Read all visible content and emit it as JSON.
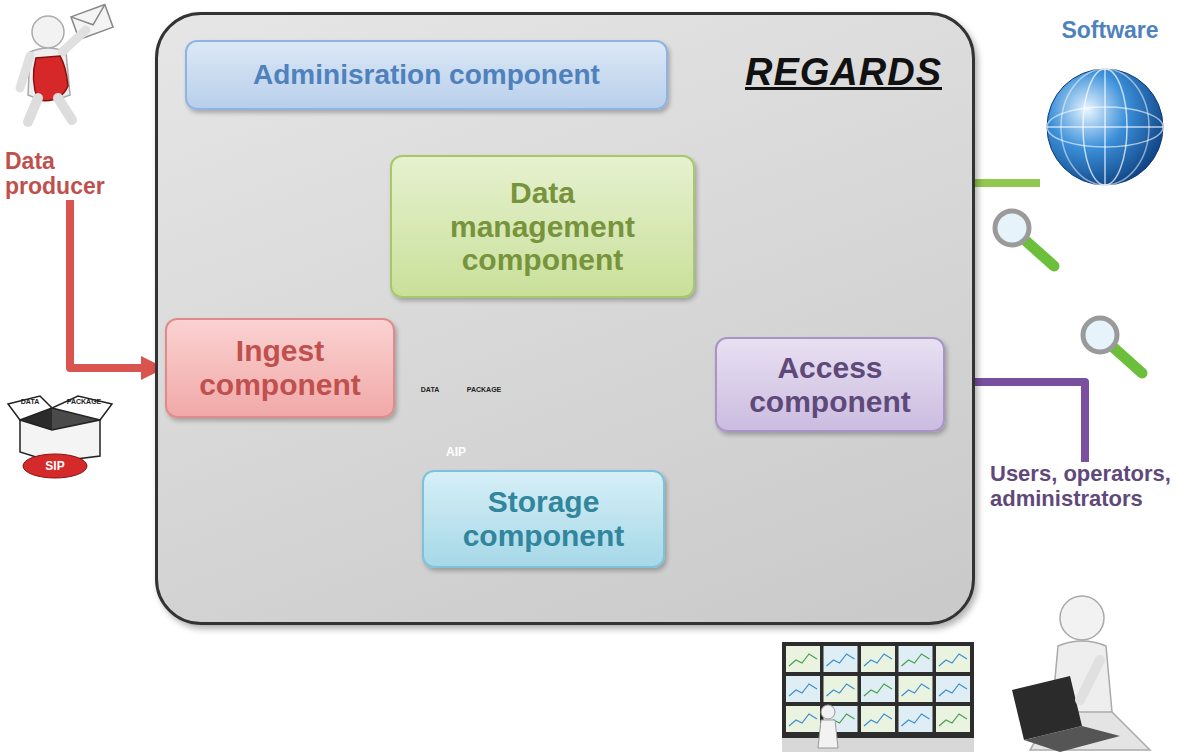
{
  "diagram": {
    "nodes": [
      {
        "text": [
          "Data producer"
        ]
      },
      {
        "text": [
          "REGARDS"
        ]
      },
      {
        "text": [
          "Adminisration component"
        ],
        "in": 1
      },
      {
        "text": [
          "Data management component"
        ],
        "in": 1
      },
      {
        "text": [
          "Ingest component"
        ],
        "in": 1
      },
      {
        "text": [
          "Access component"
        ],
        "in": 1
      },
      {
        "text": [
          "Storage component"
        ],
        "in": 1
      },
      {
        "text": [
          "Software"
        ]
      },
      {
        "text": [
          "Users, operators, administrators"
        ]
      }
    ],
    "edges": [
      {
        "from": 0,
        "to": 4,
        "arrow": "to"
      },
      {
        "from": 4,
        "to": 6,
        "arrow": "both"
      },
      {
        "from": 6,
        "to": 3,
        "arrow": "to"
      },
      {
        "from": 7,
        "to": 3,
        "arrow": "to"
      },
      {
        "from": 3,
        "to": 5,
        "arrow": "both"
      },
      {
        "from": 6,
        "to": 5,
        "arrow": "both"
      },
      {
        "from": 8,
        "to": 5,
        "arrow": "to"
      }
    ],
    "labels": [
      "SIP",
      "DATA",
      "PACKAGE",
      "AIP",
      "DATA",
      "PACKAGE"
    ]
  }
}
